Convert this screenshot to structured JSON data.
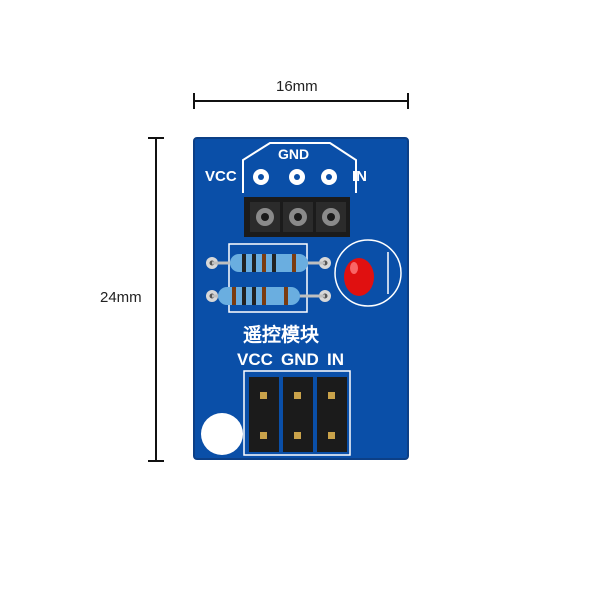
{
  "dimensions": {
    "width_label": "16mm",
    "height_label": "24mm"
  },
  "board": {
    "color": "#0a4fa8",
    "top_labels": {
      "vcc": "VCC",
      "gnd": "GND",
      "in": "IN"
    },
    "chinese_label": "遥控模块",
    "bottom_labels": {
      "vcc": "VCC",
      "gnd": "GND",
      "in": "IN"
    },
    "led_color": "#e01010",
    "resistor_count": 2,
    "header_pins": 3
  }
}
